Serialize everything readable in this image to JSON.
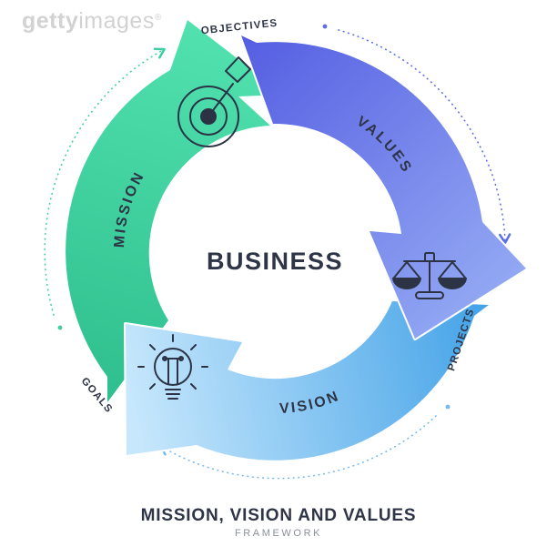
{
  "watermark": {
    "brand_bold": "getty",
    "brand_light": "images",
    "registered": "®"
  },
  "diagram": {
    "center_label": "BUSINESS",
    "segments": [
      {
        "name": "mission",
        "arc_label": "MISSION",
        "outcome_label": "OBJECTIVES",
        "icon": "dartboard-target-icon",
        "gradient_start": "#2fbf8e",
        "gradient_end": "#52e2b0",
        "dash_color": "#3dcfa3"
      },
      {
        "name": "values",
        "arc_label": "VALUES",
        "outcome_label": "PROJECTS",
        "icon": "balance-scale-icon",
        "gradient_start": "#555ee2",
        "gradient_end": "#96acf4",
        "dash_color": "#5b6fe6"
      },
      {
        "name": "vision",
        "arc_label": "VISION",
        "outcome_label": "GOALS",
        "icon": "lightbulb-icon",
        "gradient_start": "#41a1e7",
        "gradient_end": "#c6e7fc",
        "dash_color": "#72baf1"
      }
    ]
  },
  "caption": {
    "title": "MISSION, VISION AND VALUES",
    "subtitle": "FRAMEWORK"
  },
  "colors": {
    "ink": "#2e3547",
    "icon_ink": "#2b3345",
    "muted": "#8b9099",
    "watermark": "#d2d2d2",
    "background": "#ffffff"
  }
}
